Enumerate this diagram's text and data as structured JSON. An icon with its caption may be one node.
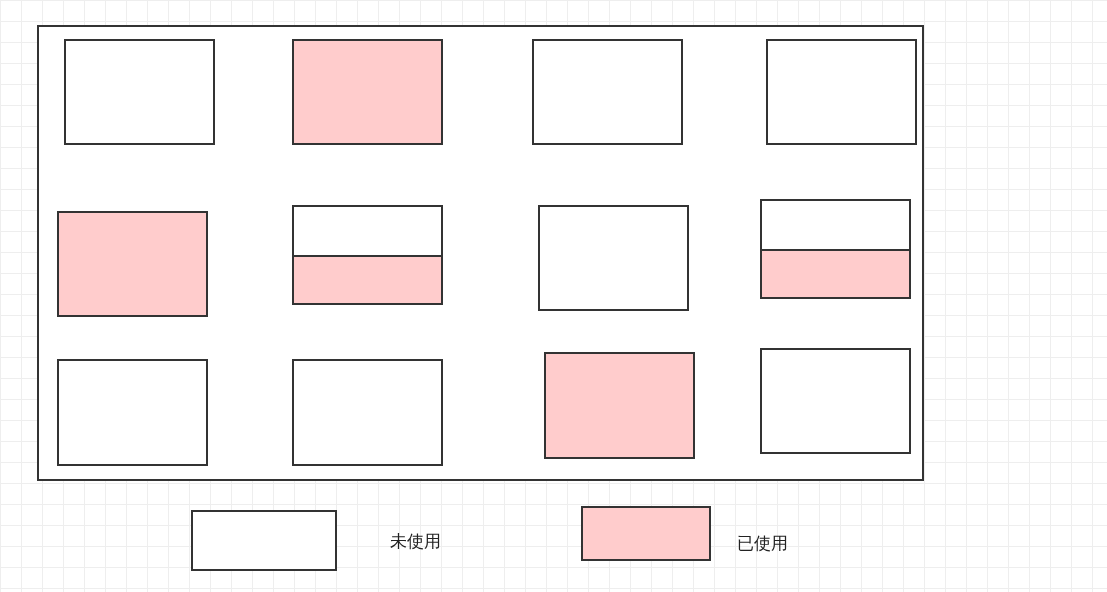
{
  "diagram": {
    "nodes": [
      {
        "text": [],
        "shape": "box"
      },
      {
        "text": [],
        "shape": "box",
        "in": 0
      },
      {
        "text": [],
        "shape": "box",
        "in": 0
      },
      {
        "text": [],
        "shape": "box",
        "in": 0
      },
      {
        "text": [],
        "shape": "box",
        "in": 0
      },
      {
        "text": [],
        "shape": "box",
        "in": 0
      },
      {
        "text": [],
        "shape": "box",
        "in": 0
      },
      {
        "text": [],
        "shape": "box",
        "in": 0
      },
      {
        "text": [],
        "shape": "box",
        "in": 0
      },
      {
        "text": [],
        "shape": "box",
        "in": 0
      },
      {
        "text": [],
        "shape": "box",
        "in": 0
      },
      {
        "text": [],
        "shape": "box",
        "in": 0
      },
      {
        "text": [],
        "shape": "box",
        "in": 0
      }
    ],
    "legend": [
      {
        "text": "未使用",
        "color": "#ffffff"
      },
      {
        "text": "已使用",
        "color": "#ffcccc"
      }
    ]
  }
}
